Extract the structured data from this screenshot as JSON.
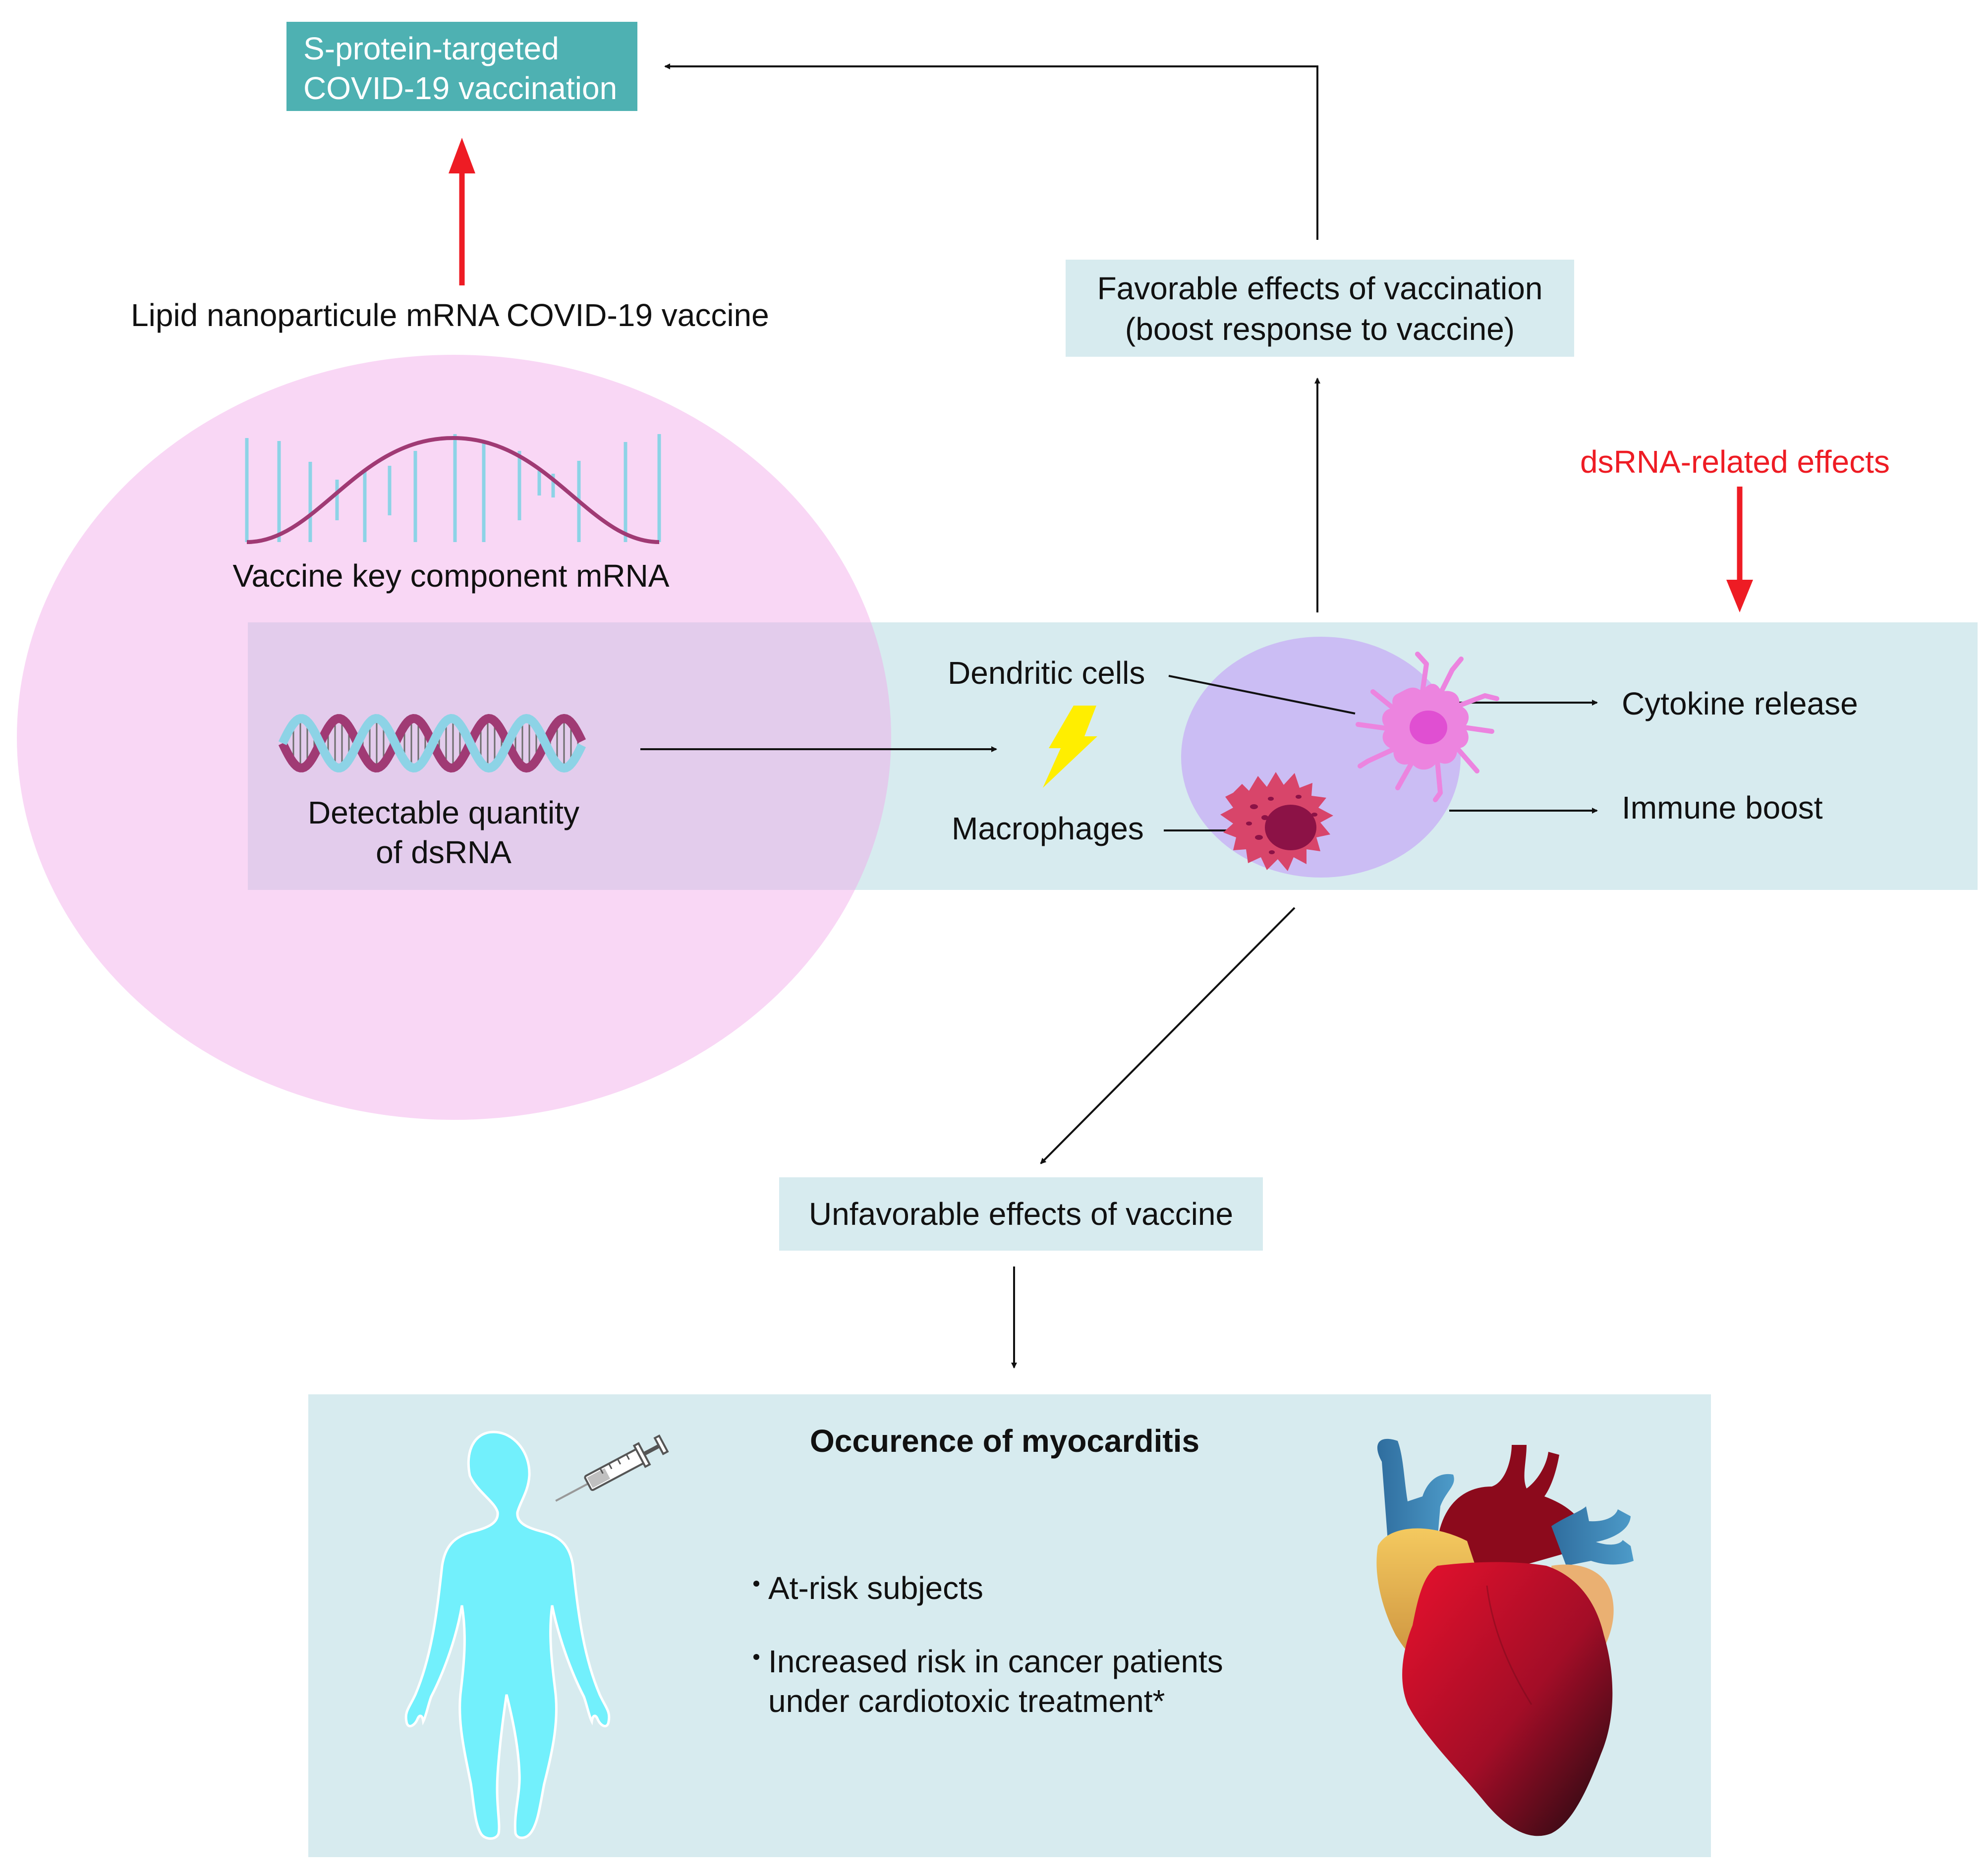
{
  "colors": {
    "teal_box": "#4eb1b2",
    "pale_box": "#d7ebef",
    "pink_ellipse": "#f8d6f4",
    "cell_ellipse": "#cfc3f2",
    "red_arrow": "#ee1c24",
    "red_text": "#ee1c24",
    "mrna_bar": "#8dd3e6",
    "mrna_curve": "#a03a74",
    "lightning": "#ffee00",
    "silhouette": "#72f0fc"
  },
  "icons": {
    "mrna": "mrna-strand-icon",
    "dsrna": "double-helix-icon",
    "lightning": "lightning-bolt-icon",
    "dendritic": "dendritic-cell-icon",
    "macrophage": "macrophage-icon",
    "person": "person-silhouette-icon",
    "syringe": "syringe-icon",
    "heart": "heart-icon"
  },
  "top": {
    "vaccination_box": {
      "line1": "S-protein-targeted",
      "line2": "COVID-19 vaccination"
    },
    "vaccine_label": "Lipid nanoparticule mRNA COVID-19 vaccine"
  },
  "favorable": {
    "line1": "Favorable effects of vaccination",
    "line2": "(boost response to vaccine)"
  },
  "dsrna_effects_label": "dsRNA-related effects",
  "mrna_label": "Vaccine key component mRNA",
  "dsrna_label": {
    "line1": "Detectable quantity",
    "line2": "of dsRNA"
  },
  "cells": {
    "dendritic": "Dendritic cells",
    "macrophages": "Macrophages"
  },
  "outcomes": {
    "cytokine": "Cytokine release",
    "immune": "Immune boost"
  },
  "unfavorable": "Unfavorable effects of vaccine",
  "myocarditis": {
    "title": "Occurence of myocarditis",
    "bullets": [
      {
        "line1": "At-risk subjects"
      },
      {
        "line1": "Increased risk in cancer patients",
        "line2": "under cardiotoxic treatment*"
      }
    ]
  }
}
